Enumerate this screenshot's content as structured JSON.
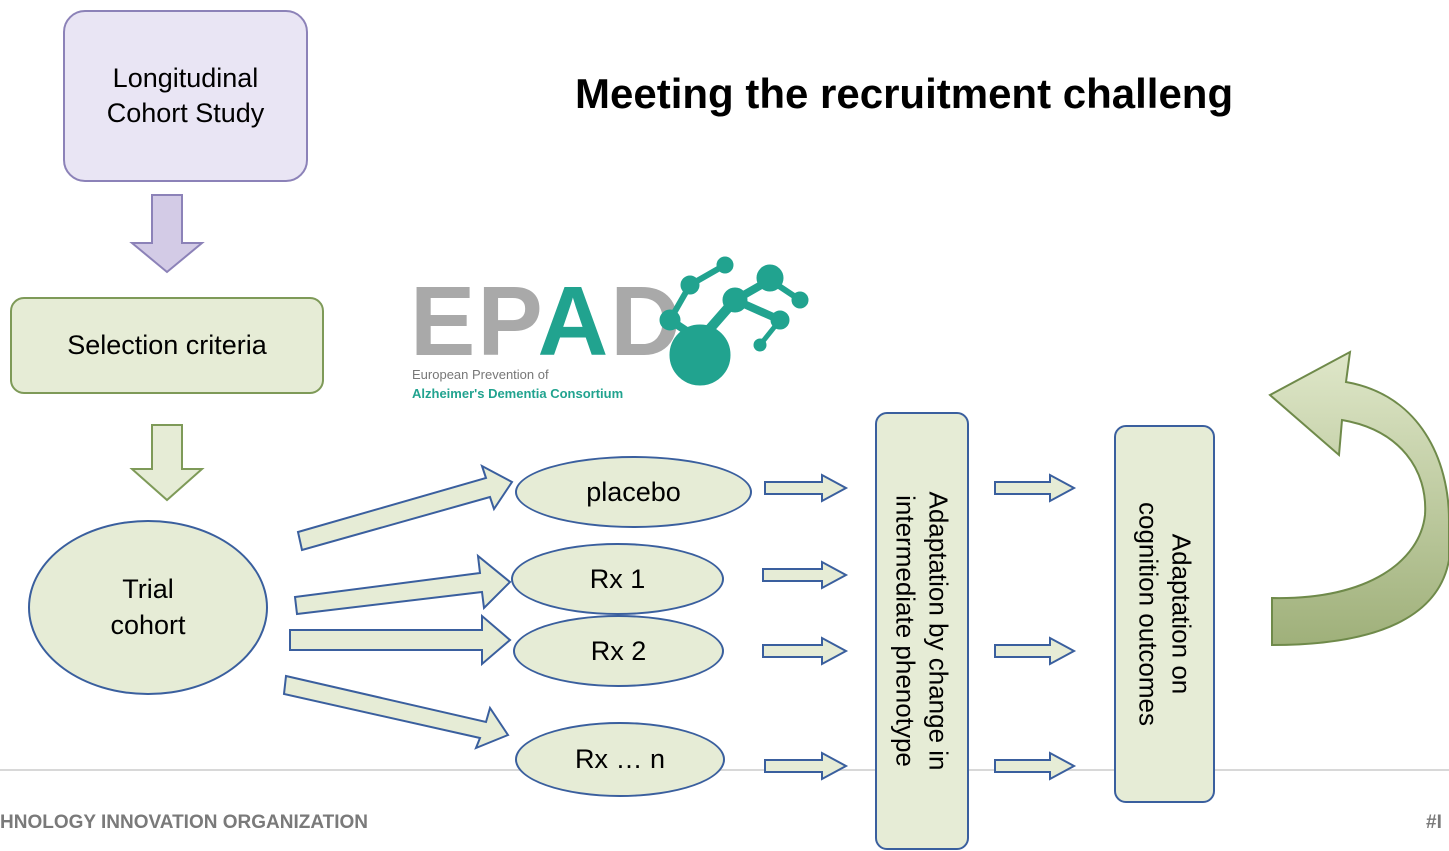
{
  "title": "Meeting the recruitment challeng",
  "flow": {
    "cohort_study": "Longitudinal Cohort Study",
    "selection": "Selection criteria",
    "trial_line1": "Trial",
    "trial_line2": "cohort"
  },
  "arms": [
    "placebo",
    "Rx 1",
    "Rx 2",
    "Rx … n"
  ],
  "adaptation_intermediate": {
    "line1": "Adaptation by change in",
    "line2": "intermediate phenotype"
  },
  "adaptation_cognition": {
    "line1": "Adaptation on",
    "line2": "cognition outcomes"
  },
  "logo": {
    "letters": [
      "E",
      "P",
      "A",
      "D"
    ],
    "line1": "European Prevention of",
    "line2": "Alzheimer's Dementia Consortium"
  },
  "footer": {
    "left": "HNOLOGY INNOVATION ORGANIZATION",
    "right": "#I"
  },
  "colors": {
    "green_fill": "#e6ecd6",
    "blue_border": "#3a5f9e",
    "purple_fill": "#e9e5f4",
    "teal_brand": "#21a38f"
  }
}
